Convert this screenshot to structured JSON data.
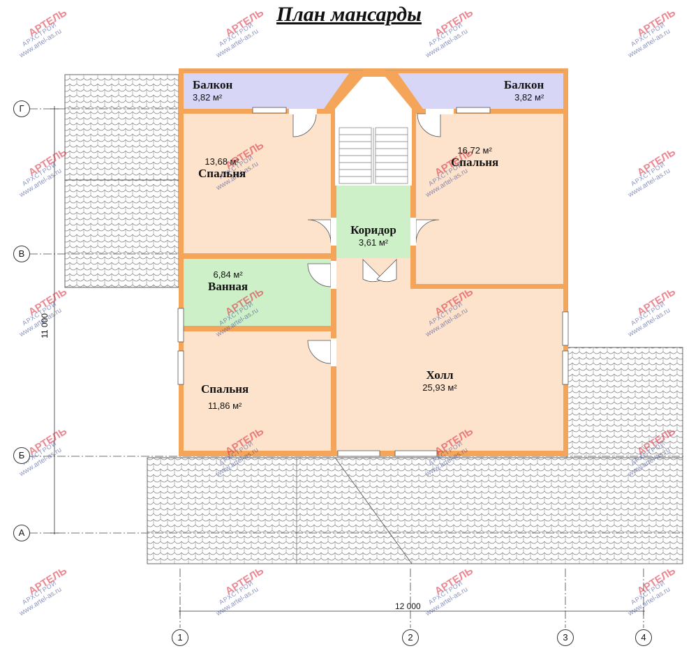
{
  "title": "План мансарды",
  "rooms": {
    "balcony_left": {
      "name": "Балкон",
      "area": "3,82 м²"
    },
    "balcony_right": {
      "name": "Балкон",
      "area": "3,82 м²"
    },
    "bedroom_top_left": {
      "name": "Спальня",
      "area": "13,68 м²"
    },
    "bedroom_top_right": {
      "name": "Спальня",
      "area": "16,72 м²"
    },
    "corridor": {
      "name": "Коридор",
      "area": "3,61 м²"
    },
    "bathroom": {
      "name": "Ванная",
      "area": "6,84 м²"
    },
    "bedroom_bottom_left": {
      "name": "Спальня",
      "area": "11,86 м²"
    },
    "hall": {
      "name": "Холл",
      "area": "25,93 м²"
    }
  },
  "axes": {
    "rows": [
      "Г",
      "В",
      "Б",
      "А"
    ],
    "columns": [
      "1",
      "2",
      "3",
      "4"
    ]
  },
  "dimensions": {
    "width": "12 000",
    "height": "11 000"
  },
  "watermark": {
    "brand": "АРТЕЛЬ",
    "sub": "АРХСТРОЙ",
    "url": "www.artel-as.ru"
  },
  "colors": {
    "wall": "#f5a55a",
    "bedroom": "#fde3cc",
    "wet_room": "#cdf0c8",
    "balcony": "#d8d6f7",
    "roof": "#ffffff",
    "watermark": "#d9283c"
  }
}
